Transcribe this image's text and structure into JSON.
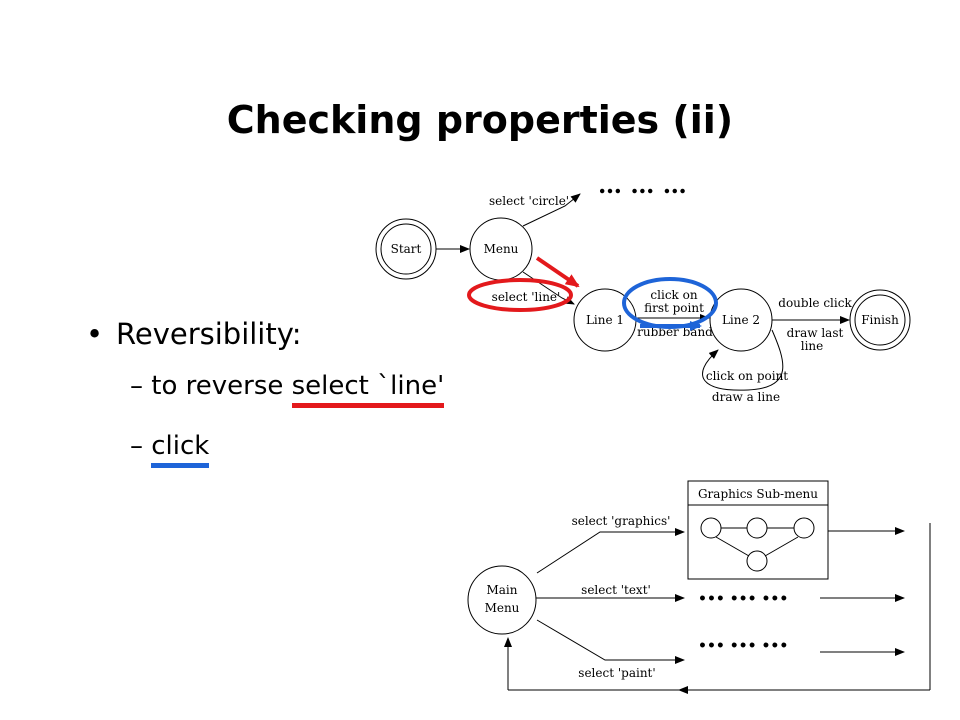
{
  "title": "Checking properties (ii)",
  "bullets": {
    "main": "Reversibility:",
    "sub1_prefix": "to reverse ",
    "sub1_highlight": "select `line'",
    "sub2_highlight": "click",
    "dash": "–"
  },
  "diagram1": {
    "states": {
      "start": "Start",
      "menu": "Menu",
      "line1": "Line 1",
      "line2": "Line 2",
      "finish": "Finish"
    },
    "labels": {
      "select_circle": "select 'circle'",
      "select_line": "select 'line'",
      "click_first_1": "click on",
      "click_first_2": "first point",
      "rubber_band": "rubber band",
      "double_click": "double click",
      "draw_last_1": "draw last",
      "draw_last_2": "line",
      "click_point": "click on point",
      "draw_a_line": "draw a line",
      "ellipsis": "…  …  …"
    },
    "highlight_colors": {
      "red": "#e3191c",
      "blue": "#1e64d8"
    }
  },
  "diagram2": {
    "main_menu_1": "Main",
    "main_menu_2": "Menu",
    "submenu_title": "Graphics  Sub-menu",
    "select_graphics": "select 'graphics'",
    "select_text": "select 'text'",
    "select_paint": "select 'paint'",
    "ellipsis": "•••   •••   •••"
  }
}
